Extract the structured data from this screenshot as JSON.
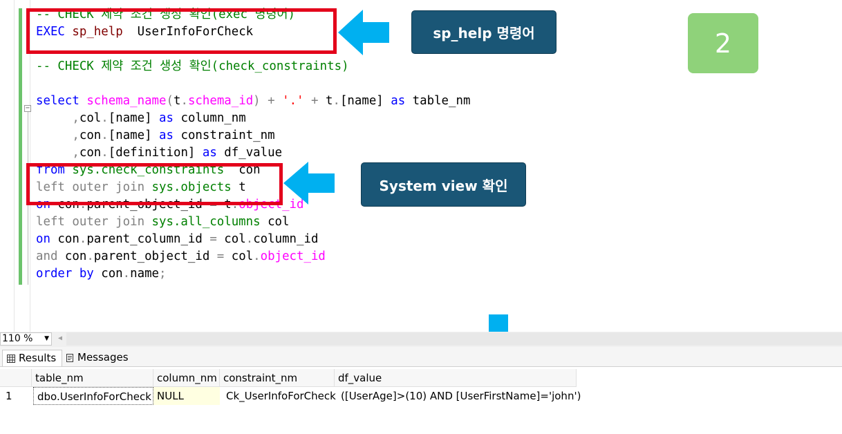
{
  "editor": {
    "lines": [
      [
        {
          "t": "-- CHECK 제약 조건 생성 확인(exec 명령어)",
          "c": "cm"
        }
      ],
      [
        {
          "t": "EXEC",
          "c": "kw"
        },
        {
          "t": " ",
          "c": "id"
        },
        {
          "t": "sp_help",
          "c": "sp"
        },
        {
          "t": "  UserInfoForCheck",
          "c": "id"
        }
      ],
      [],
      [
        {
          "t": "-- CHECK 제약 조건 생성 확인(check_constraints)",
          "c": "cm"
        }
      ],
      [],
      [
        {
          "t": "select",
          "c": "kw"
        },
        {
          "t": " ",
          "c": "id"
        },
        {
          "t": "schema_name",
          "c": "fn"
        },
        {
          "t": "(",
          "c": "gr"
        },
        {
          "t": "t",
          "c": "id"
        },
        {
          "t": ".",
          "c": "gr"
        },
        {
          "t": "schema_id",
          "c": "fn"
        },
        {
          "t": ")",
          "c": "gr"
        },
        {
          "t": " ",
          "c": "id"
        },
        {
          "t": "+",
          "c": "gr"
        },
        {
          "t": " ",
          "c": "id"
        },
        {
          "t": "'.'",
          "c": "st"
        },
        {
          "t": " ",
          "c": "id"
        },
        {
          "t": "+",
          "c": "gr"
        },
        {
          "t": " t",
          "c": "id"
        },
        {
          "t": ".",
          "c": "gr"
        },
        {
          "t": "[name] ",
          "c": "id"
        },
        {
          "t": "as",
          "c": "kw"
        },
        {
          "t": " table_nm",
          "c": "id"
        }
      ],
      [
        {
          "t": "     ",
          "c": "id"
        },
        {
          "t": ",",
          "c": "gr"
        },
        {
          "t": "col",
          "c": "id"
        },
        {
          "t": ".",
          "c": "gr"
        },
        {
          "t": "[name] ",
          "c": "id"
        },
        {
          "t": "as",
          "c": "kw"
        },
        {
          "t": " column_nm",
          "c": "id"
        }
      ],
      [
        {
          "t": "     ",
          "c": "id"
        },
        {
          "t": ",",
          "c": "gr"
        },
        {
          "t": "con",
          "c": "id"
        },
        {
          "t": ".",
          "c": "gr"
        },
        {
          "t": "[name] ",
          "c": "id"
        },
        {
          "t": "as",
          "c": "kw"
        },
        {
          "t": " constraint_nm",
          "c": "id"
        }
      ],
      [
        {
          "t": "     ",
          "c": "id"
        },
        {
          "t": ",",
          "c": "gr"
        },
        {
          "t": "con",
          "c": "id"
        },
        {
          "t": ".",
          "c": "gr"
        },
        {
          "t": "[definition] ",
          "c": "id"
        },
        {
          "t": "as",
          "c": "kw"
        },
        {
          "t": " df_value",
          "c": "id"
        }
      ],
      [
        {
          "t": "from",
          "c": "kw"
        },
        {
          "t": " ",
          "c": "id"
        },
        {
          "t": "sys.check_constraints",
          "c": "sys"
        },
        {
          "t": "  con",
          "c": "id"
        }
      ],
      [
        {
          "t": "left outer join",
          "c": "gr"
        },
        {
          "t": " ",
          "c": "id"
        },
        {
          "t": "sys.objects",
          "c": "sys"
        },
        {
          "t": " t",
          "c": "id"
        }
      ],
      [
        {
          "t": "on",
          "c": "kw"
        },
        {
          "t": " con",
          "c": "id"
        },
        {
          "t": ".",
          "c": "gr"
        },
        {
          "t": "parent_object_id ",
          "c": "id"
        },
        {
          "t": "=",
          "c": "gr"
        },
        {
          "t": " t",
          "c": "id"
        },
        {
          "t": ".",
          "c": "gr"
        },
        {
          "t": "object_id",
          "c": "fn"
        }
      ],
      [
        {
          "t": "left outer join",
          "c": "gr"
        },
        {
          "t": " ",
          "c": "id"
        },
        {
          "t": "sys.all_columns",
          "c": "sys"
        },
        {
          "t": " col",
          "c": "id"
        }
      ],
      [
        {
          "t": "on",
          "c": "kw"
        },
        {
          "t": " con",
          "c": "id"
        },
        {
          "t": ".",
          "c": "gr"
        },
        {
          "t": "parent_column_id ",
          "c": "id"
        },
        {
          "t": "=",
          "c": "gr"
        },
        {
          "t": " col",
          "c": "id"
        },
        {
          "t": ".",
          "c": "gr"
        },
        {
          "t": "column_id",
          "c": "id"
        }
      ],
      [
        {
          "t": "and",
          "c": "gr"
        },
        {
          "t": " con",
          "c": "id"
        },
        {
          "t": ".",
          "c": "gr"
        },
        {
          "t": "parent_object_id ",
          "c": "id"
        },
        {
          "t": "=",
          "c": "gr"
        },
        {
          "t": " col",
          "c": "id"
        },
        {
          "t": ".",
          "c": "gr"
        },
        {
          "t": "object_id",
          "c": "fn"
        }
      ],
      [
        {
          "t": "order by",
          "c": "kw"
        },
        {
          "t": " con",
          "c": "id"
        },
        {
          "t": ".",
          "c": "gr"
        },
        {
          "t": "name",
          "c": "id"
        },
        {
          "t": ";",
          "c": "gr"
        }
      ]
    ]
  },
  "annotations": {
    "callout_sp_help": "sp_help 명령어",
    "callout_system_view": "System view 확인",
    "step_number": "2",
    "box_color": "#e3001b",
    "arrow_color": "#00b0f0"
  },
  "zoom": {
    "value": "110 %"
  },
  "tabs": {
    "results": "Results",
    "messages": "Messages"
  },
  "grid": {
    "columns": [
      "table_nm",
      "column_nm",
      "constraint_nm",
      "df_value"
    ],
    "rows": [
      {
        "num": "1",
        "cells": [
          "dbo.UserInfoForCheck",
          "NULL",
          "Ck_UserInfoForCheck",
          "([UserAge]>(10) AND [UserFirstName]='john')"
        ]
      }
    ]
  }
}
